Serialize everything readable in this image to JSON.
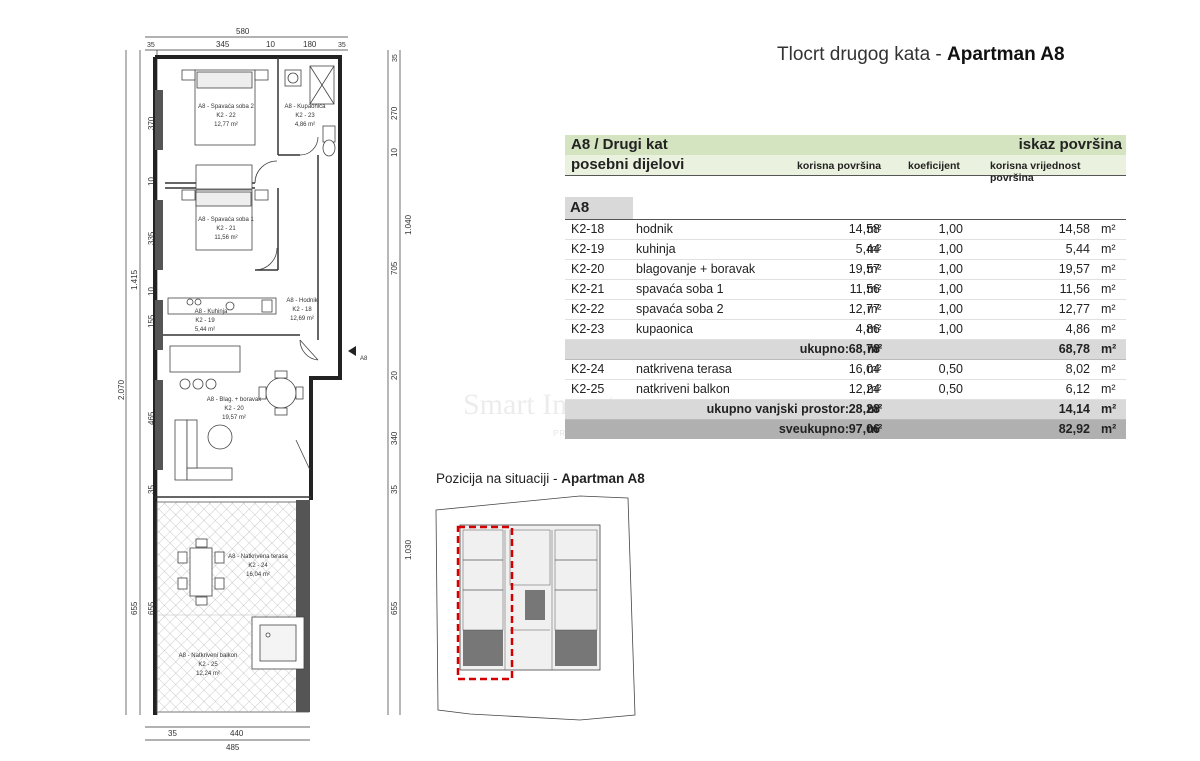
{
  "header": {
    "title_prefix": "Tlocrt drugog kata - ",
    "title_strong": "Apartman A8"
  },
  "table": {
    "title_left": "A8 / Drugi kat",
    "title_right": "iskaz površina",
    "sub_left": "posebni dijelovi",
    "col_area": "korisna površina",
    "col_coef": "koeficijent",
    "col_value": "korisna vrijednost površina",
    "apartment_label": "A8",
    "unit": "m²",
    "rows": [
      {
        "code": "K2-18",
        "name": "hodnik",
        "area": "14,58",
        "coef": "1,00",
        "value": "14,58"
      },
      {
        "code": "K2-19",
        "name": "kuhinja",
        "area": "5,44",
        "coef": "1,00",
        "value": "5,44"
      },
      {
        "code": "K2-20",
        "name": "blagovanje + boravak",
        "area": "19,57",
        "coef": "1,00",
        "value": "19,57"
      },
      {
        "code": "K2-21",
        "name": "spavaća soba 1",
        "area": "11,56",
        "coef": "1,00",
        "value": "11,56"
      },
      {
        "code": "K2-22",
        "name": "spavaća soba 2",
        "area": "12,77",
        "coef": "1,00",
        "value": "12,77"
      },
      {
        "code": "K2-23",
        "name": "kupaonica",
        "area": "4,86",
        "coef": "1,00",
        "value": "4,86"
      }
    ],
    "total_inner": {
      "label": "ukupno:",
      "area": "68,78",
      "value": "68,78"
    },
    "outer_rows": [
      {
        "code": "K2-24",
        "name": "natkrivena terasa",
        "area": "16,04",
        "coef": "0,50",
        "value": "8,02"
      },
      {
        "code": "K2-25",
        "name": "natkriveni balkon",
        "area": "12,24",
        "coef": "0,50",
        "value": "6,12"
      }
    ],
    "total_outer": {
      "label": "ukupno vanjski prostor:",
      "area": "28,28",
      "value": "14,14"
    },
    "total_all": {
      "label": "sveukupno:",
      "area": "97,06",
      "value": "82,92"
    }
  },
  "situation": {
    "title_prefix": "Pozicija na situaciji - ",
    "title_strong": "Apartman A8"
  },
  "watermark": {
    "main": "Smart Invest",
    "sub": "PROPERTIES"
  },
  "plan": {
    "dims_top": [
      "580",
      "35",
      "345",
      "10",
      "180",
      "35"
    ],
    "dims_bottom": [
      "35",
      "440",
      "485"
    ],
    "dims_left": [
      "2.070",
      "1.415",
      "370",
      "10",
      "335",
      "10",
      "155",
      "465",
      "35",
      "655",
      "655"
    ],
    "dims_right": [
      "35",
      "270",
      "10",
      "1.040",
      "705",
      "20",
      "340",
      "35",
      "1.030",
      "655"
    ],
    "rooms": [
      {
        "l1": "A8 - Spavaća soba 2",
        "l2": "K2 - 22",
        "l3": "12,77 m²"
      },
      {
        "l1": "A8 - Kupaonica",
        "l2": "K2 - 23",
        "l3": "4,86 m²"
      },
      {
        "l1": "A8 - Spavaća soba 1",
        "l2": "K2 - 21",
        "l3": "11,56 m²"
      },
      {
        "l1": "A8 - Kuhinja",
        "l2": "K2 - 19",
        "l3": "5,44 m²"
      },
      {
        "l1": "A8 - Hodnik",
        "l2": "K2 - 18",
        "l3": "12,69 m²"
      },
      {
        "l1": "A8 - Blag. + boravak",
        "l2": "K2 - 20",
        "l3": "19,57 m²"
      },
      {
        "l1": "A8 - Natkrivena terasa",
        "l2": "K2 - 24",
        "l3": "16,04 m²"
      },
      {
        "l1": "A8 - Natkriveni balkon",
        "l2": "K2 - 25",
        "l3": "12,24 m²"
      }
    ],
    "entrance_label": "A8"
  },
  "colors": {
    "header_green": "#d4e3c0",
    "sub_green": "#eaf1de",
    "gray": "#d9d9d9",
    "dark_gray": "#b0b0b0",
    "marker_red": "#d40000"
  }
}
